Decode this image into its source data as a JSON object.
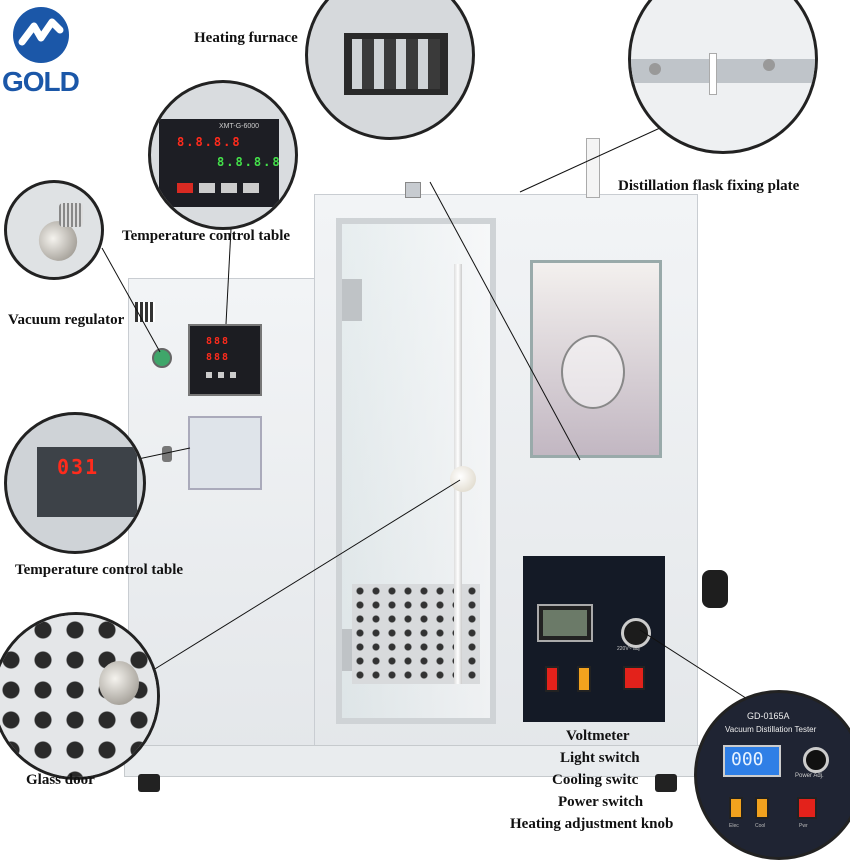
{
  "logo": {
    "text": "GOLD"
  },
  "callouts": {
    "heating_furnace": "Heating furnace",
    "distillation_flask_fixing_plate": "Distillation flask fixing plate",
    "temperature_control_table_top": "Temperature control table",
    "vacuum_regulator": "Vacuum regulator",
    "temperature_control_table_left": "Temperature control table",
    "glass_door": "Glass door",
    "voltmeter": "Voltmeter",
    "light_switch": "Light switch",
    "cooling_switch": "Cooling switc",
    "power_switch": "Power switch",
    "heating_adjustment_knob": "Heating adjustment knob"
  },
  "zoom_controller": {
    "model": "XMT-G-6000",
    "pv": "8.8.8.8",
    "sv": "8.8.8.8"
  },
  "zoom_readout": {
    "value": "031"
  },
  "zoom_panel": {
    "model": "GD-0165A",
    "name": "Vacuum Distillation Tester",
    "display": "000",
    "knob_label": "Power Adj.",
    "switch_labels": [
      "Elec",
      "Cool",
      "Pwr"
    ]
  },
  "panel": {
    "knob_label": "220V~ adj"
  },
  "colors": {
    "brand_blue": "#1b57a8",
    "display_red": "#ff2b1c",
    "switch_red": "#e3221b",
    "switch_orange": "#f2a21e",
    "lcd_blue": "#2f7fe6"
  }
}
